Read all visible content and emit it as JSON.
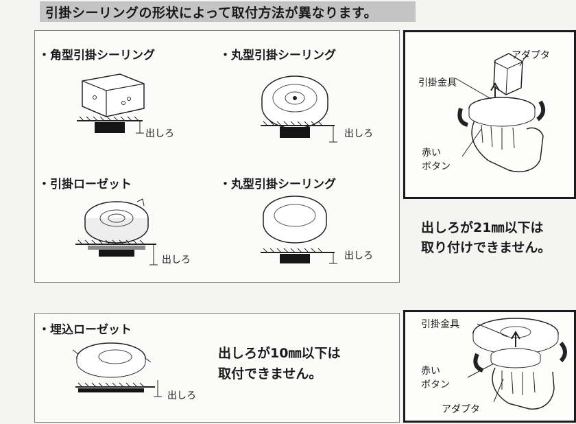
{
  "header": {
    "title": "引掛シーリングの形状によって取付方法が異なります。"
  },
  "top_panel": {
    "items": [
      {
        "label": "・角型引掛シーリング",
        "measure": "出しろ"
      },
      {
        "label": "・丸型引掛シーリング",
        "measure": "出しろ"
      },
      {
        "label": "・引掛ローゼット",
        "measure": "出しろ"
      },
      {
        "label": "・丸型引掛シーリング",
        "measure": "出しろ"
      }
    ]
  },
  "top_illustration": {
    "adapter_label": "アダプタ",
    "fitting_label": "引掛金具",
    "button_label_1": "赤い",
    "button_label_2": "ボタン"
  },
  "top_note": {
    "line1": "出しろが21㎜以下は",
    "line2": "取り付けできません。"
  },
  "bottom_panel": {
    "label": "・埋込ローゼット",
    "measure": "出しろ",
    "note_line1": "出しろが10㎜以下は",
    "note_line2": "取付できません。"
  },
  "bottom_illustration": {
    "fitting_label": "引掛金具",
    "button_label_1": "赤い",
    "button_label_2": "ボタン",
    "adapter_label": "アダプタ"
  }
}
